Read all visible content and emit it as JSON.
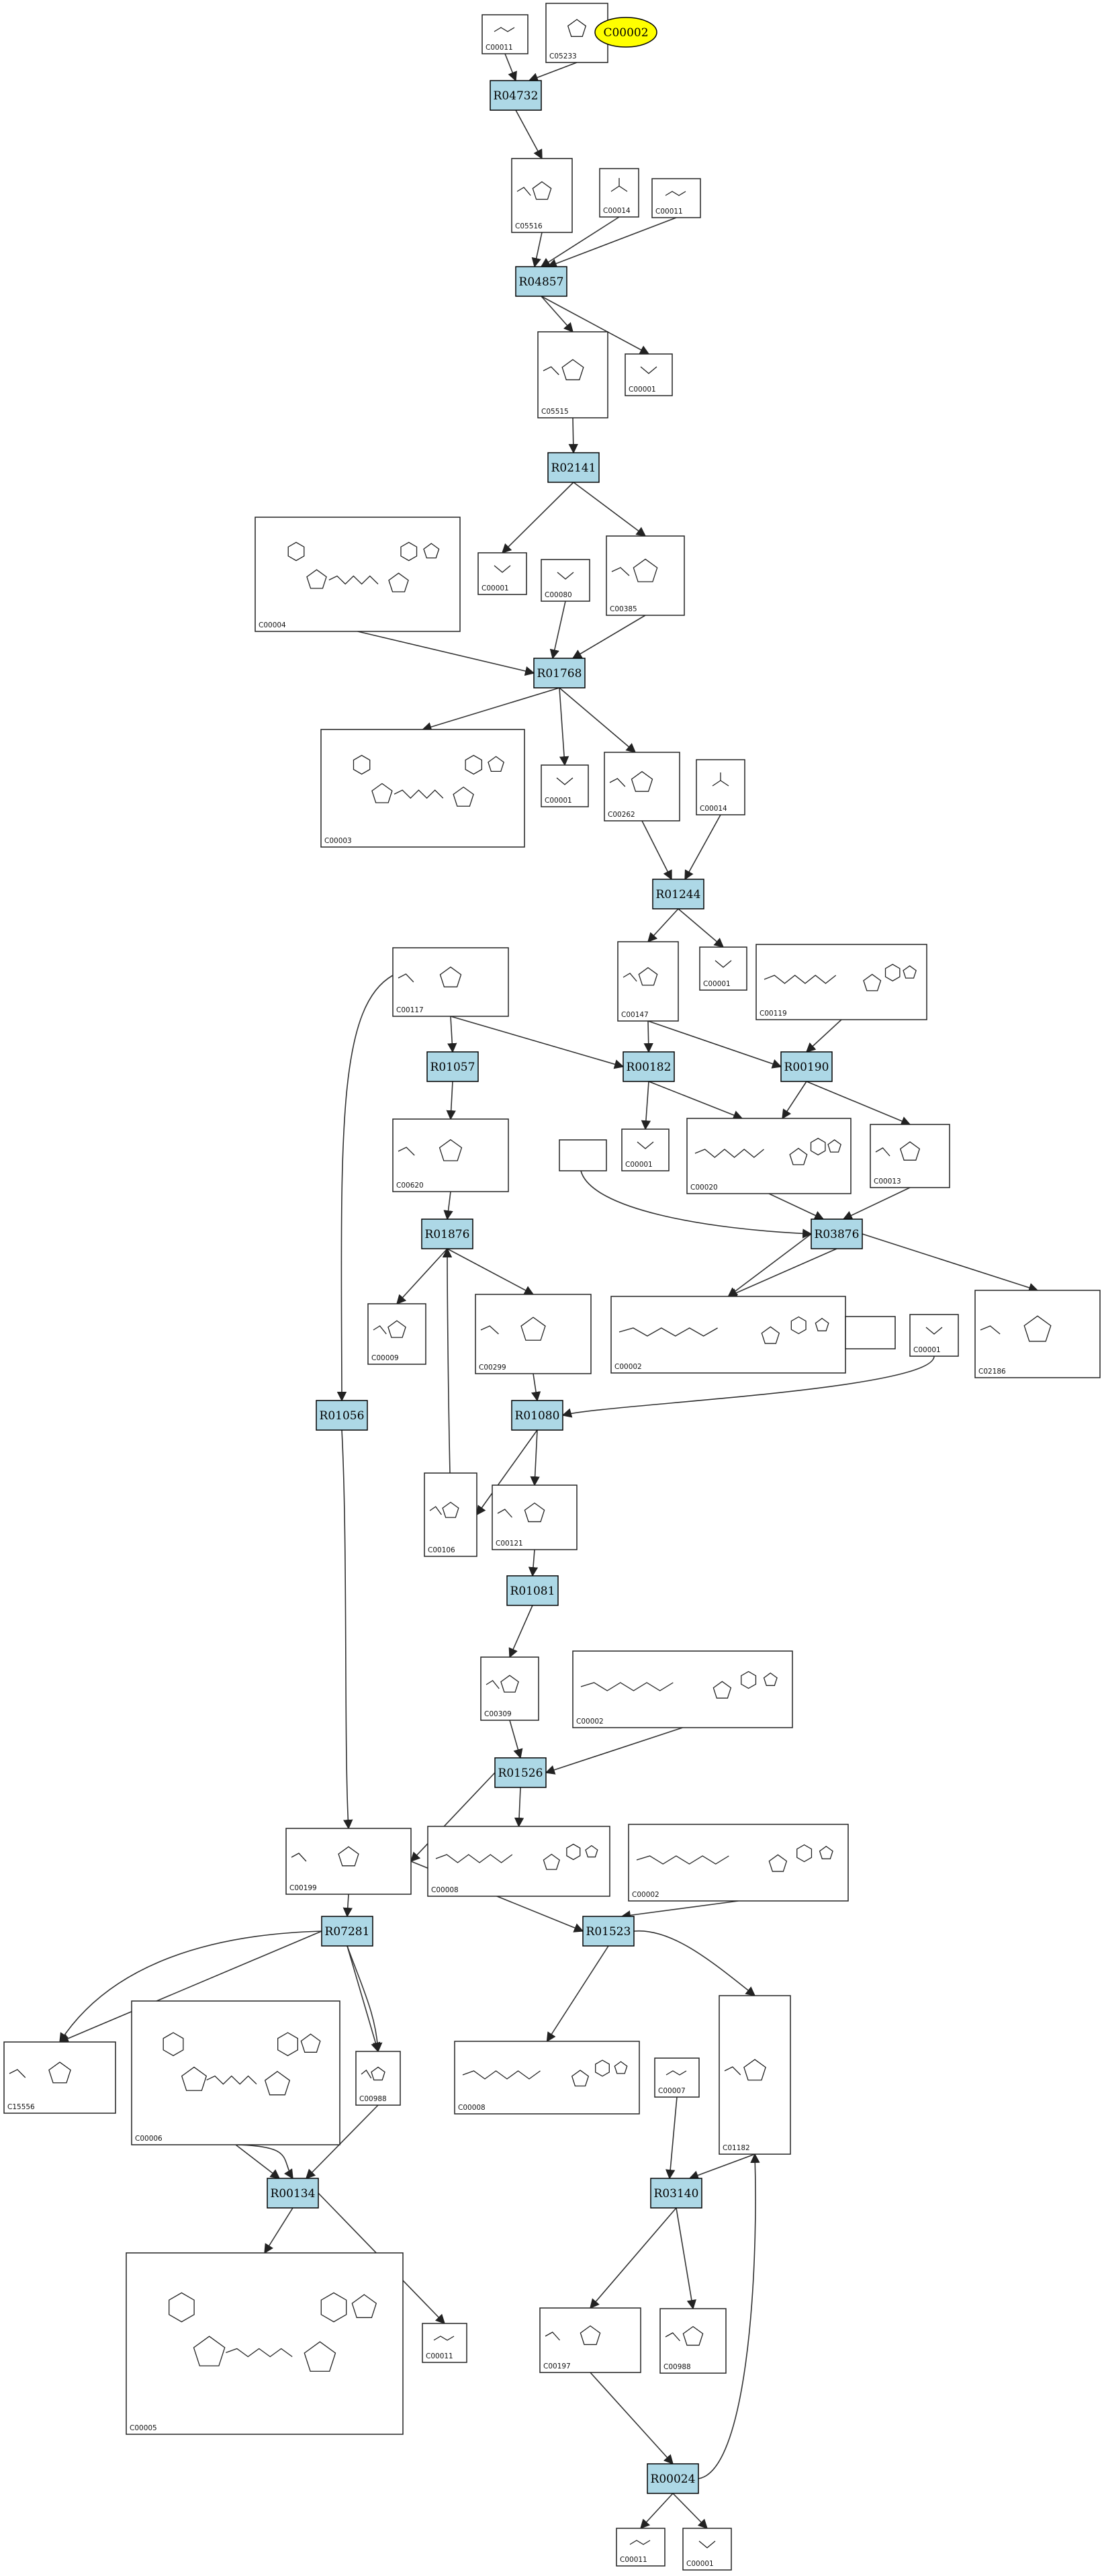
{
  "pathway": {
    "highlight_label": "C00002",
    "reactions": [
      "R04732",
      "R04857",
      "R02141",
      "R01768",
      "R01244",
      "R01057",
      "R00182",
      "R00190",
      "R01876",
      "R03876",
      "R01056",
      "R01080",
      "R01081",
      "R01526",
      "R07281",
      "R01523",
      "R00134",
      "R03140",
      "R00024"
    ],
    "compounds": [
      "C00011",
      "C05233",
      "C05516",
      "C00014",
      "C00011",
      "C05515",
      "C00001",
      "C00004",
      "C00001",
      "C00080",
      "C00385",
      "C00003",
      "C00001",
      "C00262",
      "C00014",
      "C00117",
      "C00147",
      "C00001",
      "C00119",
      "C00620",
      "C00001",
      "C00020",
      "C00013",
      "C00009",
      "C00299",
      "C00002",
      "C00001",
      "C02186",
      "C00106",
      "C00121",
      "C00309",
      "C00002",
      "C00199",
      "C00008",
      "C00002",
      "C15556",
      "C00006",
      "C00988",
      "C00008",
      "C00007",
      "C01182",
      "C00005",
      "C00011",
      "C00197",
      "C00988",
      "C00011",
      "C00001"
    ],
    "colors": {
      "reaction_fill": "#add8e6",
      "highlight_fill": "#ffff00",
      "line": "#333333"
    }
  }
}
